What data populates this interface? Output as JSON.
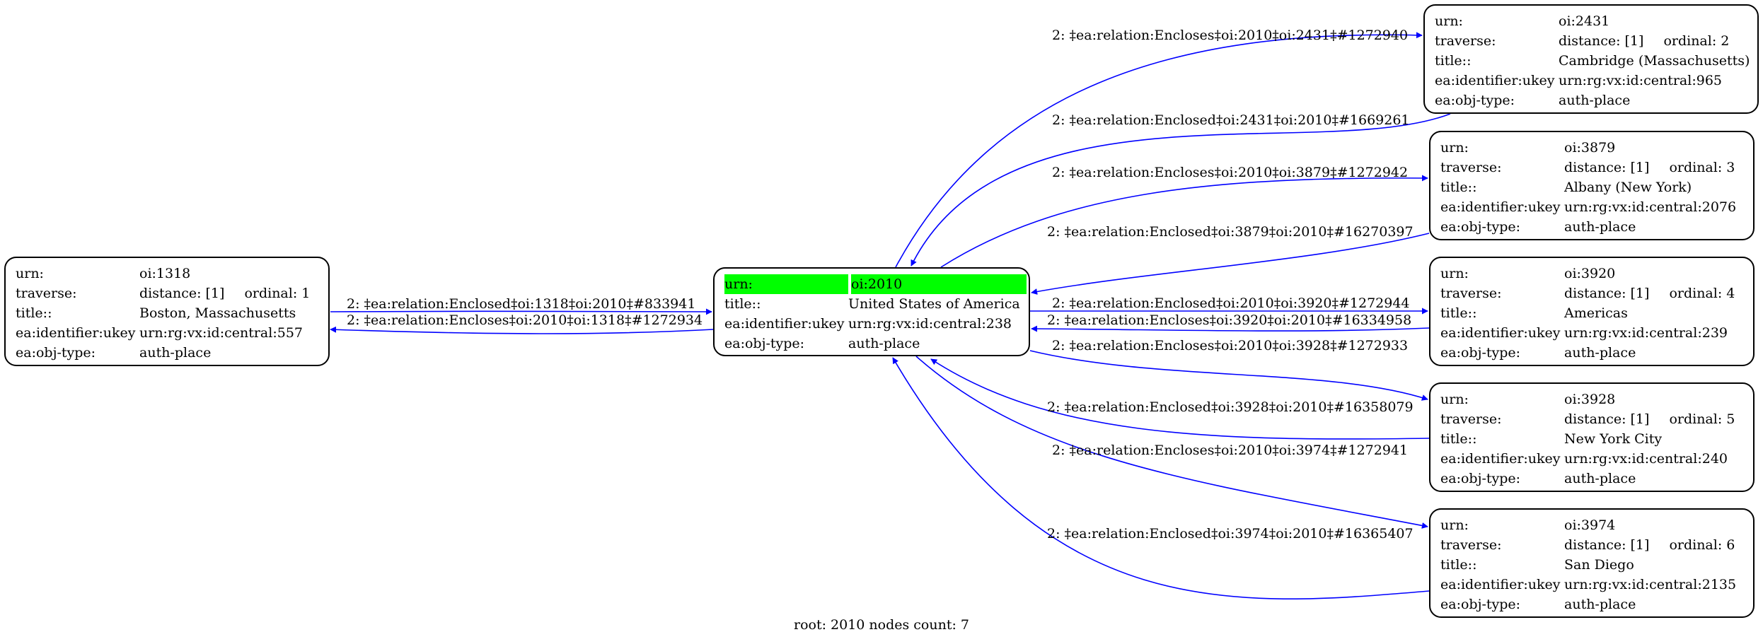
{
  "nodes": [
    {
      "id": "oi:1318",
      "urn": "oi:1318",
      "distance": "distance: [1]",
      "ordinal": "ordinal: 1",
      "title": "Boston, Massachusetts",
      "ukey": "urn:rg:vx:id:central:557",
      "objtype": "auth-place"
    },
    {
      "id": "oi:2010",
      "urn": "oi:2010",
      "title": "United States of America",
      "ukey": "urn:rg:vx:id:central:238",
      "objtype": "auth-place"
    },
    {
      "id": "oi:2431",
      "urn": "oi:2431",
      "distance": "distance: [1]",
      "ordinal": "ordinal: 2",
      "title": "Cambridge (Massachusetts)",
      "ukey": "urn:rg:vx:id:central:965",
      "objtype": "auth-place"
    },
    {
      "id": "oi:3879",
      "urn": "oi:3879",
      "distance": "distance: [1]",
      "ordinal": "ordinal: 3",
      "title": "Albany (New York)",
      "ukey": "urn:rg:vx:id:central:2076",
      "objtype": "auth-place"
    },
    {
      "id": "oi:3920",
      "urn": "oi:3920",
      "distance": "distance: [1]",
      "ordinal": "ordinal: 4",
      "title": "Americas",
      "ukey": "urn:rg:vx:id:central:239",
      "objtype": "auth-place"
    },
    {
      "id": "oi:3928",
      "urn": "oi:3928",
      "distance": "distance: [1]",
      "ordinal": "ordinal: 5",
      "title": "New York City",
      "ukey": "urn:rg:vx:id:central:240",
      "objtype": "auth-place"
    },
    {
      "id": "oi:3974",
      "urn": "oi:3974",
      "distance": "distance: [1]",
      "ordinal": "ordinal: 6",
      "title": "San Diego",
      "ukey": "urn:rg:vx:id:central:2135",
      "objtype": "auth-place"
    }
  ],
  "field_labels": {
    "urn": "urn:",
    "traverse": "traverse:",
    "title": "title::",
    "ukey": "ea:identifier:ukey",
    "objtype": "ea:obj-type:"
  },
  "edges": [
    {
      "from": "oi:2010",
      "to": "oi:1318",
      "label": "2: ‡ea:relation:Encloses‡oi:2010‡oi:1318‡#1272934"
    },
    {
      "from": "oi:1318",
      "to": "oi:2010",
      "label": "2: ‡ea:relation:Enclosed‡oi:1318‡oi:2010‡#833941"
    },
    {
      "from": "oi:2010",
      "to": "oi:2431",
      "label": "2: ‡ea:relation:Encloses‡oi:2010‡oi:2431‡#1272940"
    },
    {
      "from": "oi:2431",
      "to": "oi:2010",
      "label": "2: ‡ea:relation:Enclosed‡oi:2431‡oi:2010‡#1669261"
    },
    {
      "from": "oi:2010",
      "to": "oi:3879",
      "label": "2: ‡ea:relation:Encloses‡oi:2010‡oi:3879‡#1272942"
    },
    {
      "from": "oi:3879",
      "to": "oi:2010",
      "label": "2: ‡ea:relation:Enclosed‡oi:3879‡oi:2010‡#16270397"
    },
    {
      "from": "oi:2010",
      "to": "oi:3920",
      "label": "2: ‡ea:relation:Enclosed‡oi:2010‡oi:3920‡#1272944"
    },
    {
      "from": "oi:3920",
      "to": "oi:2010",
      "label": "2: ‡ea:relation:Encloses‡oi:3920‡oi:2010‡#16334958"
    },
    {
      "from": "oi:2010",
      "to": "oi:3928",
      "label": "2: ‡ea:relation:Encloses‡oi:2010‡oi:3928‡#1272933"
    },
    {
      "from": "oi:3928",
      "to": "oi:2010",
      "label": "2: ‡ea:relation:Enclosed‡oi:3928‡oi:2010‡#16358079"
    },
    {
      "from": "oi:2010",
      "to": "oi:3974",
      "label": "2: ‡ea:relation:Encloses‡oi:2010‡oi:3974‡#1272941"
    },
    {
      "from": "oi:3974",
      "to": "oi:2010",
      "label": "2: ‡ea:relation:Enclosed‡oi:3974‡oi:2010‡#16365407"
    }
  ],
  "caption": "root: 2010 nodes count: 7",
  "colors": {
    "edge": "#0000ff",
    "root_highlight": "#00ff00"
  }
}
